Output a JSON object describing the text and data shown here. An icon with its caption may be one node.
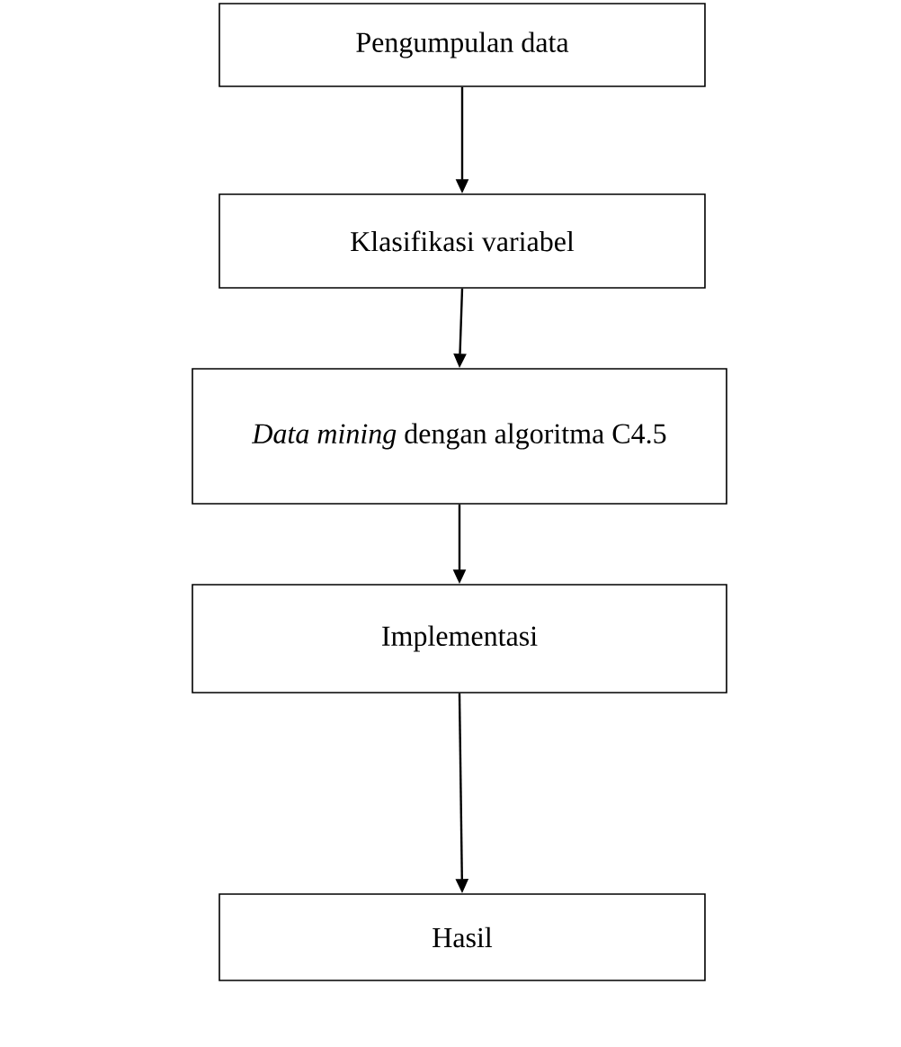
{
  "diagram": {
    "nodes": [
      {
        "text": [
          "Pengumpulan data"
        ]
      },
      {
        "text": [
          "Klasifikasi variabel"
        ]
      },
      {
        "text": [
          "*Data mining* dengan algoritma C4.5"
        ]
      },
      {
        "text": [
          "Implementasi"
        ]
      },
      {
        "text": [
          "Hasil"
        ]
      }
    ],
    "edges": [
      {
        "from": 0,
        "to": 1,
        "arrow": "to"
      },
      {
        "from": 1,
        "to": 2,
        "arrow": "to"
      },
      {
        "from": 2,
        "to": 3,
        "arrow": "to"
      },
      {
        "from": 3,
        "to": 4,
        "arrow": "to"
      }
    ]
  }
}
